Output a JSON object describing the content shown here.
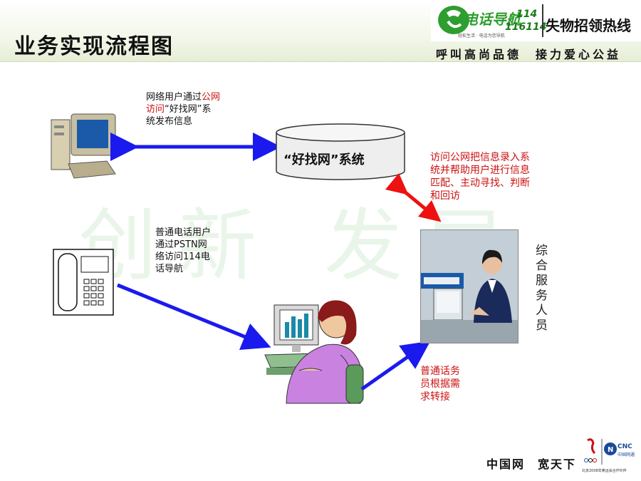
{
  "header": {
    "title": "业务实现流程图",
    "logo_text": "电话导航",
    "logo_number_1": "114",
    "logo_number_2": "116114",
    "logo_small": "轻松生活 · 电话为您导航",
    "hotline": "失物招领热线",
    "slogan": "呼叫高尚品德　接力爱心公益"
  },
  "diagram": {
    "system_label": "“好找网”系统",
    "web_user_text_1": "网络用户通过",
    "web_user_text_red_1": "公网",
    "web_user_text_red_2": "访问",
    "web_user_text_2": "“好找网”系",
    "web_user_text_3": "统发布信息",
    "phone_user_text": [
      "普通电话用户",
      "通过PSTN网",
      "络访问114电",
      "话导航"
    ],
    "staff_action_text": [
      "访问公网把信息录入系",
      "统并帮助用户进行信息",
      "匹配、主动寻找、判断",
      "和回访"
    ],
    "operator_text": [
      "普通话务",
      "员根据需",
      "求转接"
    ],
    "staff_label": "综合服务人员",
    "watermark": "创新 发展"
  },
  "footer": {
    "text": "中国网　宽天下",
    "cnc": "CNC",
    "cnc_sub": "中国网通",
    "olympic_text": "北京2008年奥运会合作伙伴"
  },
  "colors": {
    "arrow_blue": "#1a1aee",
    "arrow_red": "#ee1111",
    "red_text": "#cc1111",
    "logo_green": "#2e9e2e"
  }
}
